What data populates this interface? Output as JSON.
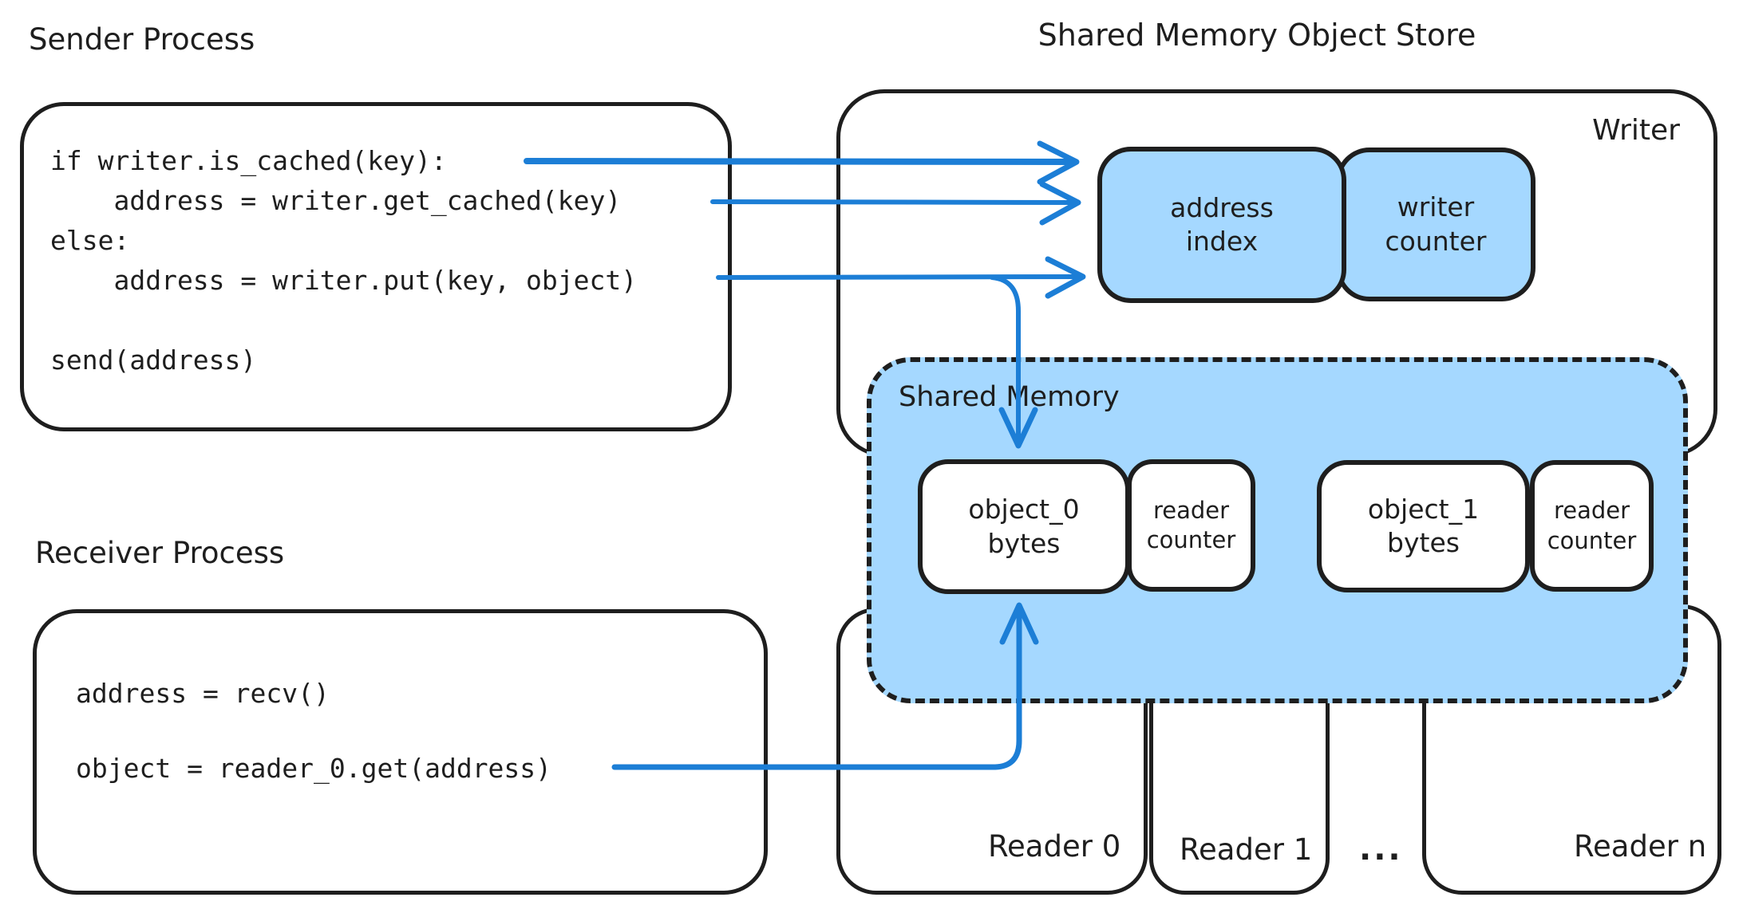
{
  "colors": {
    "ink": "#1e1e1e",
    "blue_fill": "#a5d8ff",
    "arrow": "#1c7ed6",
    "bg": "#ffffff"
  },
  "sender": {
    "title": "Sender Process",
    "code": "if writer.is_cached(key):\n    address = writer.get_cached(key)\nelse:\n    address = writer.put(key, object)\n\nsend(address)"
  },
  "receiver": {
    "title": "Receiver Process",
    "code": "address = recv()\n\nobject = reader_0.get(address)"
  },
  "store": {
    "title": "Shared Memory Object Store",
    "writer": {
      "label": "Writer",
      "address_index": "address\nindex",
      "writer_counter": "writer\ncounter"
    },
    "shared_memory": {
      "label": "Shared Memory",
      "slots": [
        {
          "object": "object_0\nbytes",
          "counter": "reader\ncounter"
        },
        {
          "object": "object_1\nbytes",
          "counter": "reader\ncounter"
        }
      ]
    },
    "readers": {
      "reader0": "Reader 0",
      "reader1": "Reader 1",
      "ellipsis": "...",
      "readern": "Reader n"
    }
  }
}
